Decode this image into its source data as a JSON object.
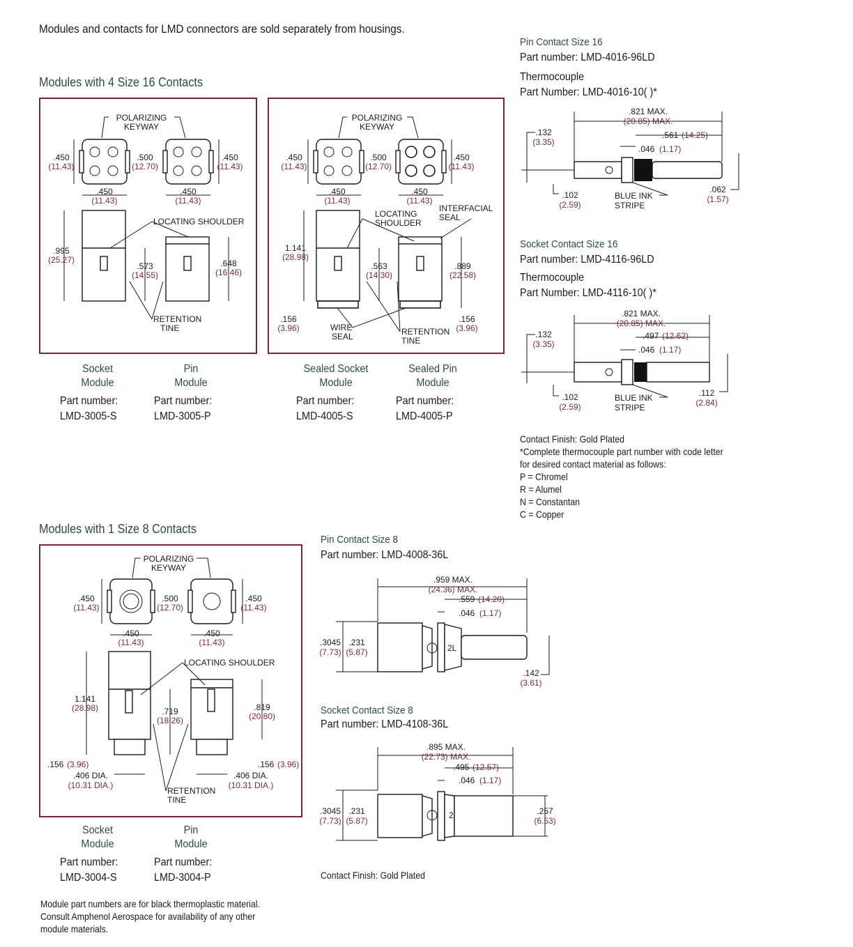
{
  "intro": "Modules and contacts for LMD connectors are sold separately from housings.",
  "section_4x16": {
    "title": "Modules with 4 Size 16 Contacts",
    "panel_a": {
      "polarizing": "POLARIZING",
      "keyway": "KEYWAY",
      "d450": ".450",
      "d450m": "(11.43)",
      "d500": ".500",
      "d500m": "(12.70)",
      "locating": "LOCATING SHOULDER",
      "d995": ".995",
      "d995m": "(25.27)",
      "d573": ".573",
      "d573m": "(14.55)",
      "d648": ".648",
      "d648m": "(16.46)",
      "retention": "RETENTION",
      "tine": "TINE"
    },
    "panel_b": {
      "polarizing": "POLARIZING",
      "keyway": "KEYWAY",
      "d450": ".450",
      "d450m": "(11.43)",
      "d500": ".500",
      "d500m": "(12.70)",
      "locating": "LOCATING",
      "shoulder": "SHOULDER",
      "interfacial": "INTERFACIAL",
      "seal": "SEAL",
      "d1141": "1.141",
      "d1141m": "(28.98)",
      "d563": ".563",
      "d563m": "(14.30)",
      "d889": ".889",
      "d889m": "(22.58)",
      "d156": ".156",
      "d156m": "(3.96)",
      "wire": "WIRE",
      "seal2": "SEAL",
      "retention": "RETENTION",
      "tine": "TINE"
    },
    "captions": [
      {
        "l1": "Socket",
        "l2": "Module",
        "label": "Part number:",
        "part": "LMD-3005-S"
      },
      {
        "l1": "Pin",
        "l2": "Module",
        "label": "Part number:",
        "part": "LMD-3005-P"
      },
      {
        "l1": "Sealed Socket",
        "l2": "Module",
        "label": "Part number:",
        "part": "LMD-4005-S"
      },
      {
        "l1": "Sealed Pin",
        "l2": "Module",
        "label": "Part number:",
        "part": "LMD-4005-P"
      }
    ]
  },
  "pin16": {
    "title": "Pin Contact Size 16",
    "part": "Part number: LMD-4016-96LD",
    "thermo": "Thermocouple",
    "thermo_part": "Part Number: LMD-4016-10(   )*",
    "dims": {
      "max": ".821 MAX.",
      "maxm": "(20.85) MAX.",
      "a": ".561",
      "am": "(14.25)",
      "b": ".046",
      "bm": "(1.17)",
      "c": ".132",
      "cm": "(3.35)",
      "d": ".102",
      "dm": "(2.59)",
      "e": ".062",
      "em": "(1.57)",
      "blue": "BLUE INK",
      "stripe": "STRIPE"
    }
  },
  "socket16": {
    "title": "Socket Contact Size 16",
    "part": "Part number: LMD-4116-96LD",
    "thermo": "Thermocouple",
    "thermo_part": "Part Number: LMD-4116-10(   )*",
    "dims": {
      "max": ".821 MAX.",
      "maxm": "(20.85) MAX.",
      "a": ".497",
      "am": "(12.62)",
      "b": ".046",
      "bm": "(1.17)",
      "c": ".132",
      "cm": "(3.35)",
      "d": ".102",
      "dm": "(2.59)",
      "e": ".112",
      "em": "(2.84)",
      "blue": "BLUE INK",
      "stripe": "STRIPE"
    }
  },
  "finish_note": [
    "Contact Finish: Gold Plated",
    "*Complete thermocouple part number with code letter",
    "for desired contact material as follows:",
    "P = Chromel",
    "R = Alumel",
    "N = Constantan",
    "C = Copper"
  ],
  "section_1x8": {
    "title": "Modules with 1 Size 8 Contacts",
    "panel": {
      "polarizing": "POLARIZING",
      "keyway": "KEYWAY",
      "d450": ".450",
      "d450m": "(11.43)",
      "d500": ".500",
      "d500m": "(12.70)",
      "locating": "LOCATING SHOULDER",
      "d1141": "1.141",
      "d1141m": "(28.98)",
      "d719": ".719",
      "d719m": "(18.26)",
      "d819": ".819",
      "d819m": "(20.80)",
      "d156": ".156",
      "d156m": "(3.96)",
      "d406": ".406 DIA.",
      "d406m": "(10.31 DIA.)",
      "retention": "RETENTION",
      "tine": "TINE"
    },
    "captions": [
      {
        "l1": "Socket",
        "l2": "Module",
        "label": "Part number:",
        "part": "LMD-3004-S"
      },
      {
        "l1": "Pin",
        "l2": "Module",
        "label": "Part number:",
        "part": "LMD-3004-P"
      }
    ]
  },
  "pin8": {
    "title": "Pin Contact Size 8",
    "part": "Part number: LMD-4008-36L",
    "dims": {
      "max": ".959 MAX.",
      "maxm": "(24.36) MAX.",
      "a": ".559",
      "am": "(14.20)",
      "b": ".046",
      "bm": "(1.17)",
      "c": ".3045",
      "cm": "(7.73)",
      "d": ".231",
      "dm": "(5.87)",
      "e": ".142",
      "em": "(3.61)"
    }
  },
  "socket8": {
    "title": "Socket Contact Size 8",
    "part": "Part number: LMD-4108-36L",
    "dims": {
      "max": ".895 MAX.",
      "maxm": "(22.73) MAX.",
      "a": ".495",
      "am": "(12.57)",
      "b": ".046",
      "bm": "(1.17)",
      "c": ".3045",
      "cm": "(7.73)",
      "d": ".231",
      "dm": "(5.87)",
      "e": ".257",
      "em": "(6.53)"
    }
  },
  "finish8": "Contact Finish: Gold Plated",
  "module_note": [
    "Module part numbers are for black thermoplastic material.",
    "Consult Amphenol Aerospace for availability of any other",
    "module materials."
  ],
  "colors": {
    "heading": "#2d4b3f",
    "border": "#6d2a3c",
    "metric": "#7a2a3c"
  }
}
